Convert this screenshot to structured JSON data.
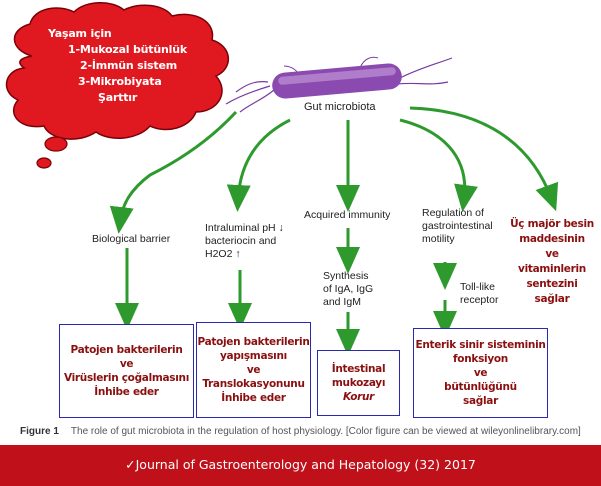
{
  "cloud": {
    "lines": [
      "Yaşam için",
      "1-Mukozal bütünlük",
      "2-İmmün sistem",
      "3-Mikrobiyata",
      "Şarttır"
    ]
  },
  "hub": {
    "label": "Gut microbiota"
  },
  "branches": {
    "barrier": {
      "label": "Biological barrier"
    },
    "ph": {
      "lines": [
        "Intraluminal pH ↓",
        "bacteriocin and",
        "H2O2  ↑"
      ]
    },
    "immunity": {
      "label": "Acquired immunity",
      "sub": [
        "Synthesis",
        "of IgA, IgG",
        "and IgM"
      ]
    },
    "motility": {
      "lines": [
        "Regulation of",
        "gastrointestinal",
        "motility"
      ],
      "sub": [
        "Toll-like",
        "receptor"
      ]
    }
  },
  "boxes": {
    "barrier": [
      "Patojen bakterilerin",
      "ve",
      "Virüslerin çoğalmasını",
      "İnhibe eder"
    ],
    "ph": [
      "Patojen bakterilerin",
      "yapışmasını",
      "ve",
      "Translokasyonunu",
      "İnhibe eder"
    ],
    "immunity": [
      "İntestinal",
      "mukozayı",
      "Korur"
    ],
    "motility": [
      "Enterik sinir sisteminin",
      "fonksiyon",
      "ve",
      "bütünlüğünü",
      "sağlar"
    ]
  },
  "right_text": [
    "Üç majör besin",
    "maddesinin",
    "ve",
    "vitaminlerin",
    "sentezini",
    "sağlar"
  ],
  "caption": {
    "figure": "Figure 1",
    "text": "The role of gut microbiota in the regulation of host physiology. [Color figure can be viewed at wileyonlinelibrary.com]"
  },
  "footer": {
    "text": "✓Journal of Gastroenterology and Hepatology (32) 2017"
  },
  "colors": {
    "arrow": "#2e9a2e",
    "cloud": "#e01820",
    "box_border": "#2a2ab0",
    "box_text": "#8a0f0f",
    "footer": "#c0101a"
  }
}
